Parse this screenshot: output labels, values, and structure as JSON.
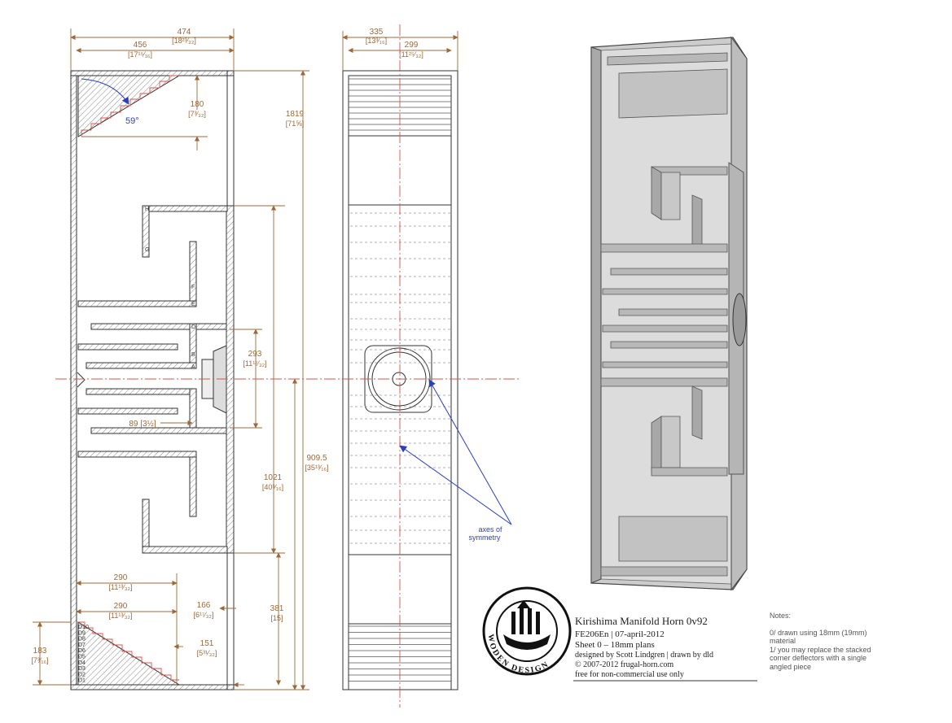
{
  "title_block": {
    "title": "Kirishima Manifold Horn 0v92",
    "line_driver_date": "FE206En | 07-april-2012",
    "line_sheet": "Sheet 0 – 18mm plans",
    "line_designer": "designed by Scott Lindgren | drawn by dld",
    "line_copyright": "© 2007-2012 frugal-horn.com",
    "line_license": "free for non-commercial use only"
  },
  "logo_text": "WODEN DESIGN",
  "notes": {
    "heading": "Notes:",
    "lines": [
      "0/ drawn using 18mm (19mm)",
      "material",
      "1/ you may replace the stacked",
      "corner deflectors with a single",
      "angled piece"
    ]
  },
  "annotations": {
    "angle": "59°",
    "axes_line1": "axes of",
    "axes_line2": "symmetry"
  },
  "dimensions": {
    "w474": "474",
    "w474_in": "[18²³⁄₃₂]",
    "w456": "456",
    "w456_in": "[17¹⁵⁄₁₆]",
    "w335": "335",
    "w335_in": "[13³⁄₁₆]",
    "w299": "299",
    "w299_in": "[11²⁵⁄₃₂]",
    "h180": "180",
    "h180_in": "[7³⁄₃₂]",
    "h1819": "1819",
    "h1819_in": "[71⅝]",
    "h293": "293",
    "h293_in": "[11¹⁷⁄₃₂]",
    "w89": "89 [3½]",
    "h1021": "1021",
    "h1021_in": "[40³⁄₁₆]",
    "h909": "909.5",
    "h909_in": "[35¹³⁄₁₆]",
    "w290a": "290",
    "w290a_in": "[11¹³⁄₃₂]",
    "w290b": "290",
    "w290b_in": "[11¹³⁄₃₂]",
    "h166": "166",
    "h166_in": "[6¹⁷⁄₃₂]",
    "h381": "381",
    "h381_in": "[15]",
    "h151": "151",
    "h151_in": "[5³¹⁄₃₂]",
    "h183": "183",
    "h183_in": "[7³⁄₁₆]"
  },
  "panel_letters": [
    "H",
    "G",
    "F",
    "E",
    "D",
    "B",
    "A"
  ],
  "deflector_labels": [
    "D10",
    "D9",
    "D8",
    "D7",
    "D6",
    "D5",
    "D4",
    "D3",
    "D2",
    "D1"
  ],
  "colors": {
    "dimension": "#9b6a3a",
    "annotation": "#2c3fbf",
    "centerline": "#d9534f"
  }
}
